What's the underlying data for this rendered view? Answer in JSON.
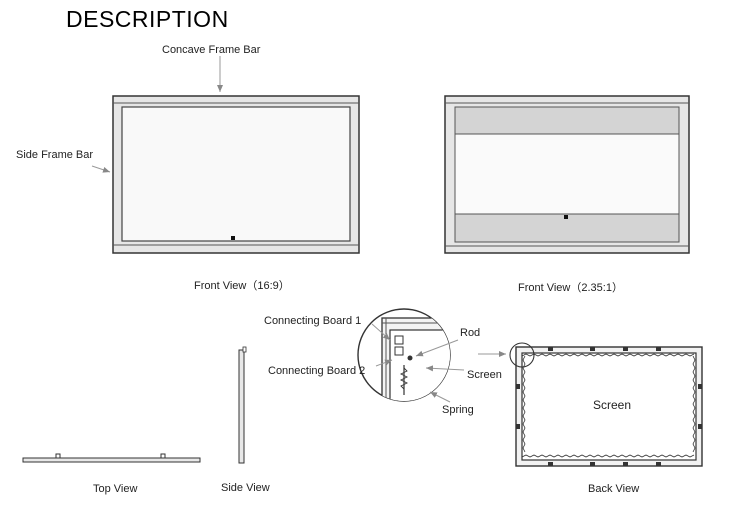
{
  "title": "DESCRIPTION",
  "front_view": {
    "concave_label": "Concave Frame Bar",
    "side_label": "Side Frame Bar",
    "caption": "Front View（16:9）"
  },
  "front_view_wide": {
    "caption": "Front View（2.35:1）"
  },
  "detail": {
    "connecting_board_1": "Connecting Board 1",
    "connecting_board_2": "Connecting Board 2",
    "rod": "Rod",
    "screen": "Screen",
    "spring": "Spring"
  },
  "top_view": {
    "caption": "Top View"
  },
  "side_view": {
    "caption": "Side View"
  },
  "back_view": {
    "screen_label": "Screen",
    "caption": "Back View"
  }
}
